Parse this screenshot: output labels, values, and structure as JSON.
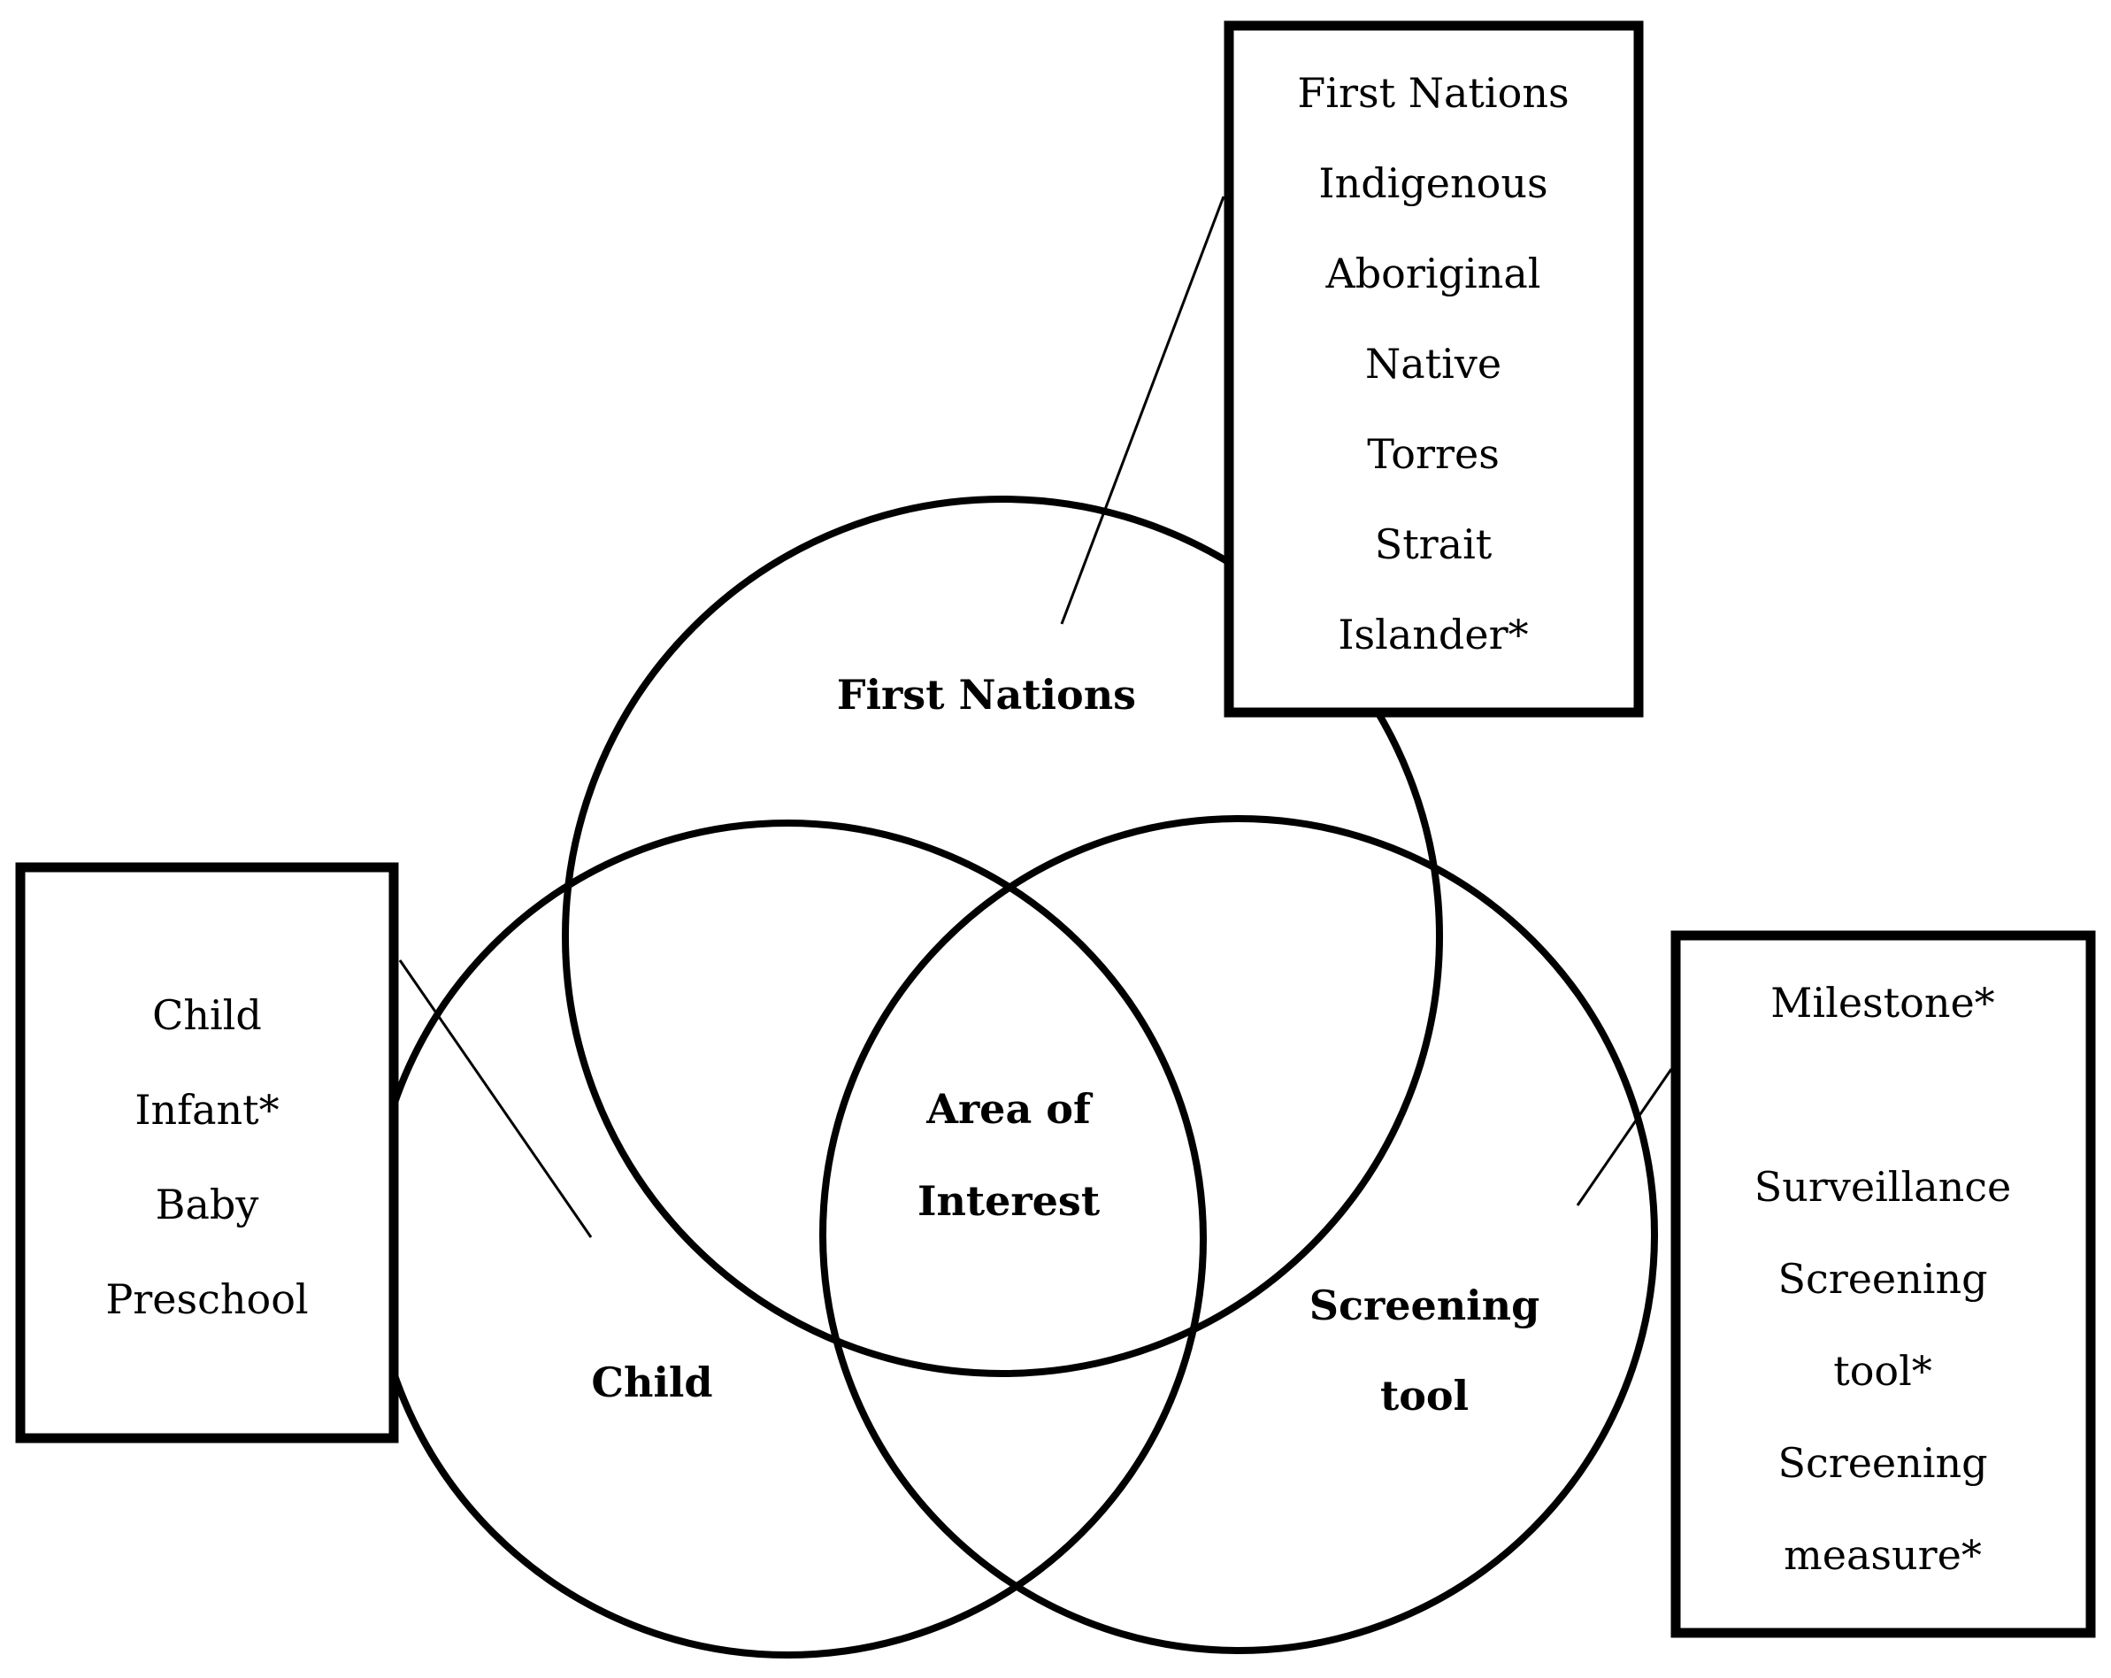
{
  "figure": {
    "type": "venn-diagram",
    "colors": {
      "stroke": "#000000",
      "background": "#ffffff"
    },
    "circles": {
      "first_nations": {
        "label": "First Nations"
      },
      "child": {
        "label": "Child"
      },
      "screening_tool": {
        "label_line1": "Screening",
        "label_line2": "tool"
      }
    },
    "center_label": {
      "line1": "Area of",
      "line2": "Interest"
    },
    "keyword_boxes": {
      "first_nations_terms": {
        "lines": [
          "First Nations",
          "Indigenous",
          "Aboriginal",
          "Native",
          "Torres",
          "Strait",
          "Islander*"
        ]
      },
      "child_terms": {
        "lines": [
          "Child",
          "Infant*",
          "Baby",
          "Preschool"
        ]
      },
      "screening_tool_terms": {
        "lines": [
          "Milestone*",
          "",
          "Surveillance",
          "Screening",
          "tool*",
          "Screening",
          "measure*"
        ]
      }
    }
  }
}
